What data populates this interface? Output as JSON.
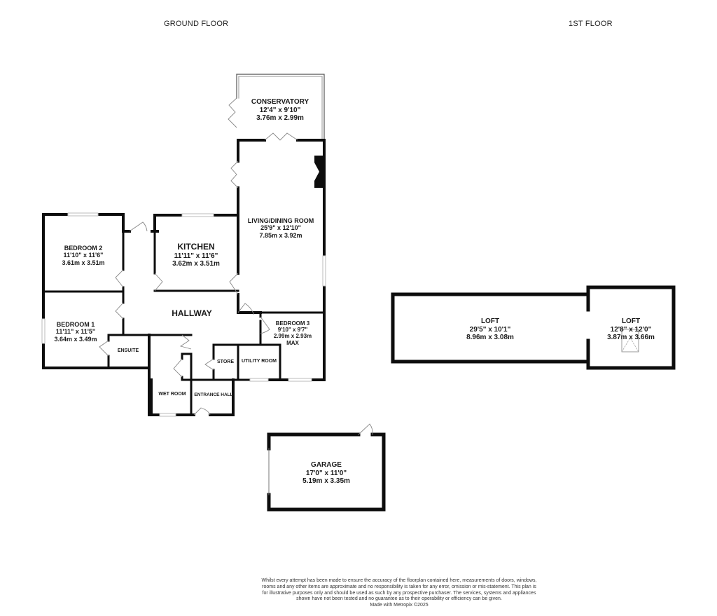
{
  "floors": {
    "ground": {
      "title": "GROUND FLOOR"
    },
    "first": {
      "title": "1ST FLOOR"
    }
  },
  "rooms": {
    "conservatory": {
      "name": "CONSERVATORY",
      "imperial": "12'4\"  x 9'10\"",
      "metric": "3.76m  x 2.99m"
    },
    "living_dining": {
      "name": "LIVING/DINING ROOM",
      "imperial": "25'9\"  x 12'10\"",
      "metric": "7.85m  x 3.92m"
    },
    "bedroom2": {
      "name": "BEDROOM 2",
      "imperial": "11'10\"  x 11'6\"",
      "metric": "3.61m  x 3.51m"
    },
    "kitchen": {
      "name": "KITCHEN",
      "imperial": "11'11\"  x 11'6\"",
      "metric": "3.62m  x 3.51m"
    },
    "bedroom1": {
      "name": "BEDROOM 1",
      "imperial": "11'11\"  x 11'5\"",
      "metric": "3.64m  x 3.49m"
    },
    "hallway": {
      "name": "HALLWAY"
    },
    "bedroom3": {
      "name": "BEDROOM 3",
      "imperial": "9'10\"  x 9'7\"",
      "metric": "2.99m  x 2.93m",
      "note": "MAX"
    },
    "ensuite": {
      "name": "ENSUITE"
    },
    "store": {
      "name": "STORE"
    },
    "utility": {
      "name": "UTILITY ROOM"
    },
    "wet_room": {
      "name": "WET ROOM"
    },
    "entrance_hall": {
      "name": "ENTRANCE HALL"
    },
    "garage": {
      "name": "GARAGE",
      "imperial": "17'0\"  x 11'0\"",
      "metric": "5.19m  x 3.35m"
    },
    "loft1": {
      "name": "LOFT",
      "imperial": "29'5\"  x 10'1\"",
      "metric": "8.96m  x 3.08m"
    },
    "loft2": {
      "name": "LOFT",
      "imperial": "12'8\"  x 12'0\"",
      "metric": "3.87m  x 3.66m"
    }
  },
  "disclaimer": {
    "text": "Whilst every attempt has been made to ensure the accuracy of the floorplan contained here, measurements of doors, windows, rooms and any other items are approximate and no responsibility is taken for any error, omission or mis-statement. This plan is for illustrative purposes only and should be used as such by any prospective purchaser. The services, systems and appliances shown have not been tested and no guarantee as to their operability or efficiency can be given.",
    "credit": "Made with Metropix ©2025"
  },
  "colors": {
    "wall": "#0d0d0d",
    "window": "#d8d8d8",
    "door": "#999999",
    "background": "#ffffff"
  }
}
